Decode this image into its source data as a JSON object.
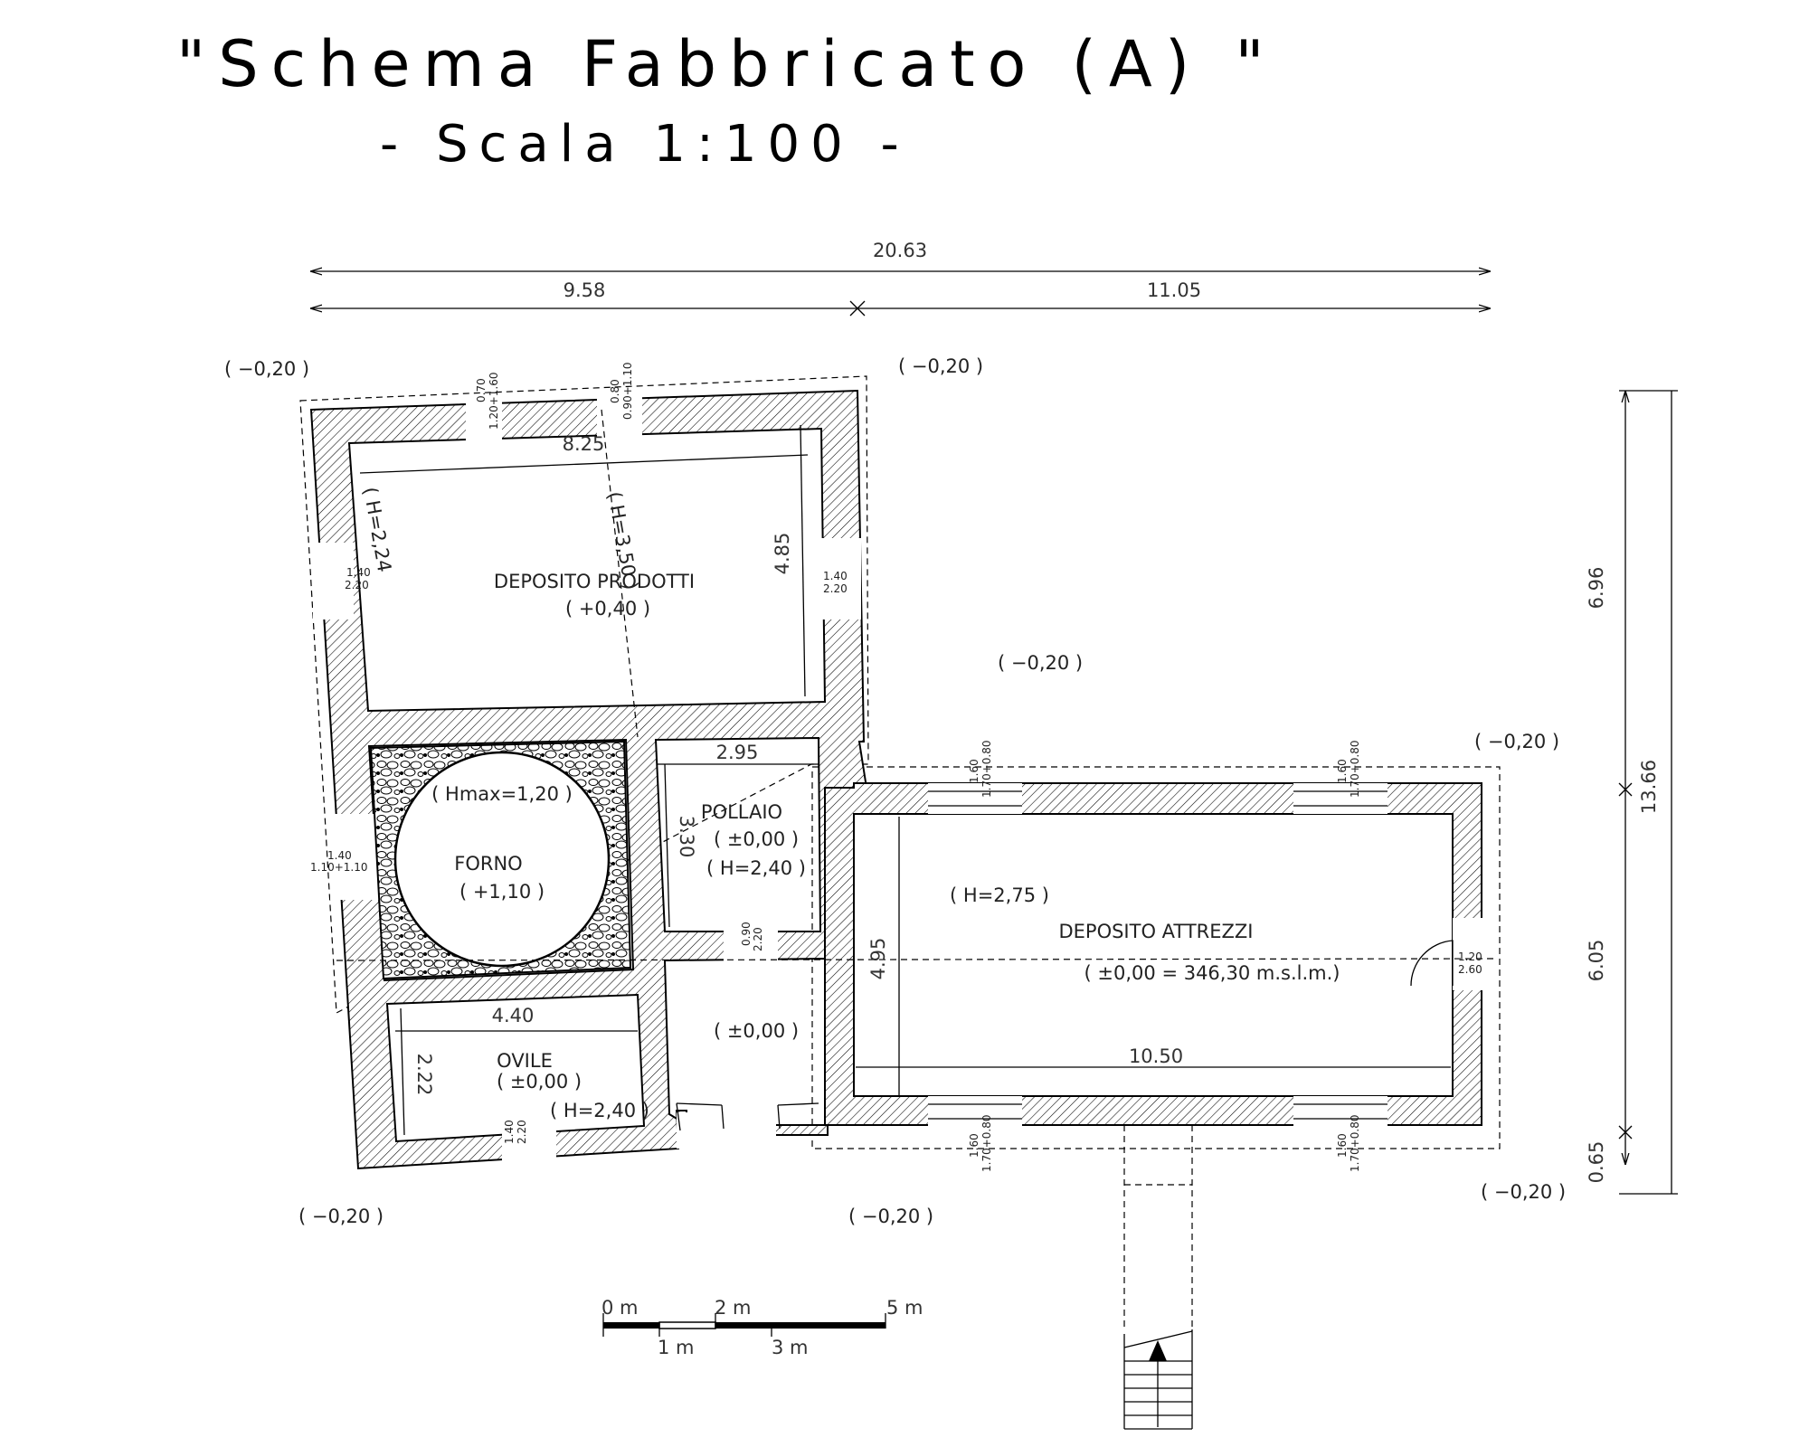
{
  "title": "\"Schema Fabbricato (A) \"",
  "subtitle": "- Scala 1:100 -",
  "dimensions": {
    "total_width": "20.63",
    "left_width": "9.58",
    "right_width": "11.05",
    "total_height": "13.66",
    "upper_height": "6.96",
    "middle_height": "6.05",
    "lower_height": "0.65"
  },
  "rooms": {
    "deposito_prodotti": {
      "name": "DEPOSITO PRODOTTI",
      "level": "( +0,40 )",
      "height": "( H=3,50 )",
      "height2": "( H=2,24",
      "width": "8.25",
      "depth": "4.85"
    },
    "forno": {
      "name": "FORNO",
      "level": "( +1,10 )",
      "height": "( Hmax=1,20 )"
    },
    "pollaio": {
      "name": "POLLAIO",
      "level": "( ±0,00 )",
      "height": "( H=2,40 )",
      "width": "2.95",
      "depth": "3.30"
    },
    "ovile": {
      "name": "OVILE",
      "level": "( ±0,00 )",
      "height": "( H=2,40 )",
      "width": "4.40",
      "depth": "2.22"
    },
    "passage": {
      "level": "( ±0,00 )"
    },
    "deposito_attrezzi": {
      "name": "DEPOSITO ATTREZZI",
      "level": "( ±0,00 = 346,30 m.s.l.m.)",
      "height": "( H=2,75 )",
      "width": "10.50",
      "depth": "4.95"
    }
  },
  "ground_levels": [
    "( −0,20 )",
    "( −0,20 )",
    "( −0,20 )",
    "( −0,20 )",
    "( −0,20 )",
    "( −0,20 )",
    "( −0,20 )"
  ],
  "openings": {
    "w_top1_a": "0.70",
    "w_top1_b": "1.20+1.60",
    "w_top2_a": "0.80",
    "w_top2_b": "0.90+1.10",
    "w_dp_left_a": "1.40",
    "w_dp_left_b": "2.20",
    "w_dp_right_a": "1.40",
    "w_dp_right_b": "2.20",
    "w_forno_a": "1.40",
    "w_forno_b": "1.10+1.10",
    "d_pollaio_a": "0.90",
    "d_pollaio_b": "2.20",
    "d_ovile_a": "1.40",
    "d_ovile_b": "2.20",
    "d_attrezzi_a": "1.20",
    "d_attrezzi_b": "2.60",
    "w_da_a": "1.60",
    "w_da_b": "1.70+0.80"
  },
  "scale_bar": {
    "labels_top": [
      "0 m",
      "2 m",
      "5 m"
    ],
    "labels_bottom": [
      "1 m",
      "3 m"
    ]
  }
}
